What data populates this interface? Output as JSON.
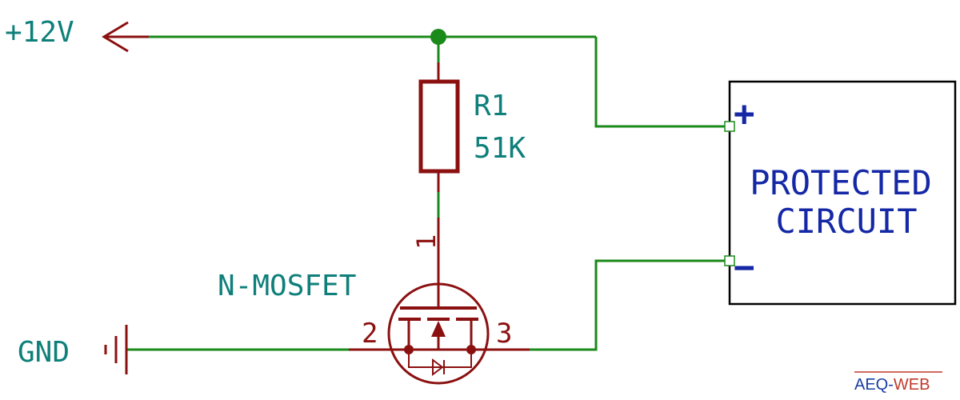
{
  "power": {
    "label": "+12V"
  },
  "ground": {
    "label": "GND"
  },
  "resistor": {
    "ref": "R1",
    "value": "51K"
  },
  "mosfet": {
    "label": "N-MOSFET",
    "pin_gate": "1",
    "pin_source": "2",
    "pin_drain": "3"
  },
  "protected_circuit": {
    "line1": "PROTECTED",
    "line2": "CIRCUIT",
    "plus": "+",
    "minus": "−"
  },
  "watermark": {
    "part1": "AEQ-",
    "part2": "WEB"
  },
  "colors": {
    "wire": "#1a8a1a",
    "component": "#8b1010",
    "label": "#0e7f7a",
    "block_text": "#1428a6",
    "watermark_red": "#c0392b"
  }
}
